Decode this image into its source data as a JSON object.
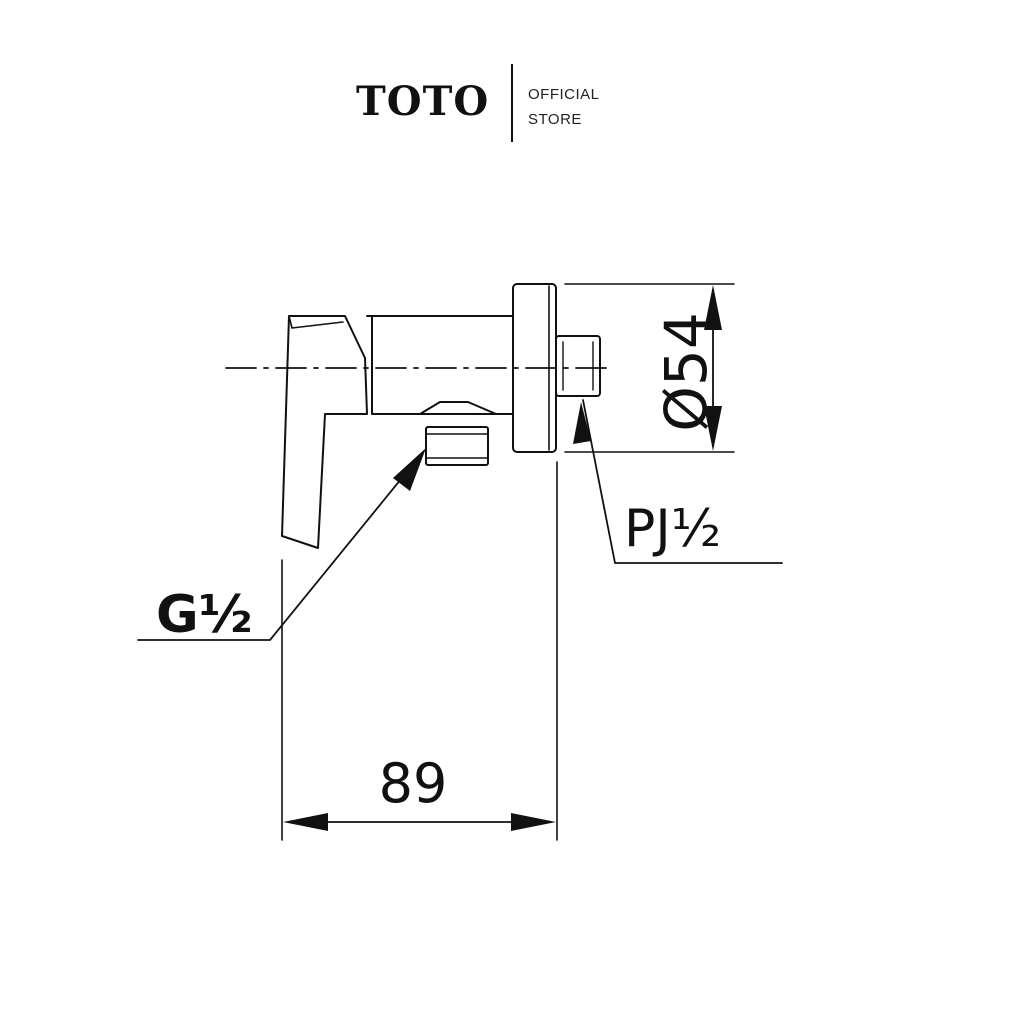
{
  "brand": {
    "logo": "TOTO",
    "line1": "OFFICIAL",
    "line2": "STORE"
  },
  "drawing": {
    "labels": {
      "diameter": "Ø54",
      "outlet_thread": "PJ½",
      "inlet_thread": "G½",
      "length": "89"
    }
  },
  "colors": {
    "line": "#111111",
    "background": "#ffffff"
  }
}
